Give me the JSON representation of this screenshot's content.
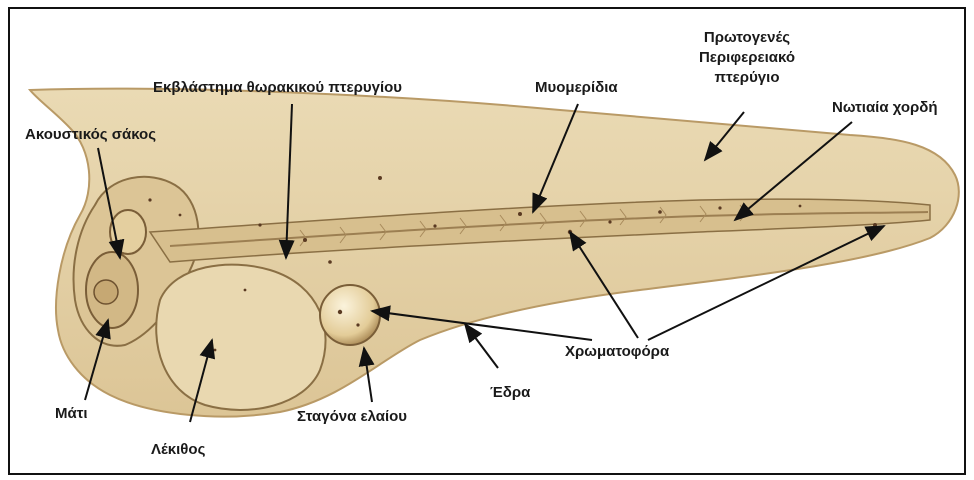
{
  "labels": {
    "akoustikos_sakos": "Ακουστικός σάκος",
    "ekvlastima": "Εκβλάστημα θωρακικού πτερυγίου",
    "myomeridia": "Μυομερίδια",
    "protogenes_line1": "Πρωτογενές",
    "protogenes_line2": "Περιφερειακό",
    "protogenes_line3": "πτερύγιο",
    "notiaia_chordi": "Νωτιαία χορδή",
    "mati": "Μάτι",
    "lekithos": "Λέκιθος",
    "stagona_elaiou": "Σταγόνα ελαίου",
    "edra": "Έδρα",
    "chromatofora": "Χρωματοφόρα"
  },
  "colors": {
    "background": "#ffffff",
    "body_fill": "#e6d3a8",
    "body_shade": "#c9ae7a",
    "fin_fill": "#eadbb8",
    "yolk_fill": "#e9d8b0",
    "outline": "#8a6f44",
    "pigment": "#5a3a22",
    "arrow": "#111111"
  }
}
